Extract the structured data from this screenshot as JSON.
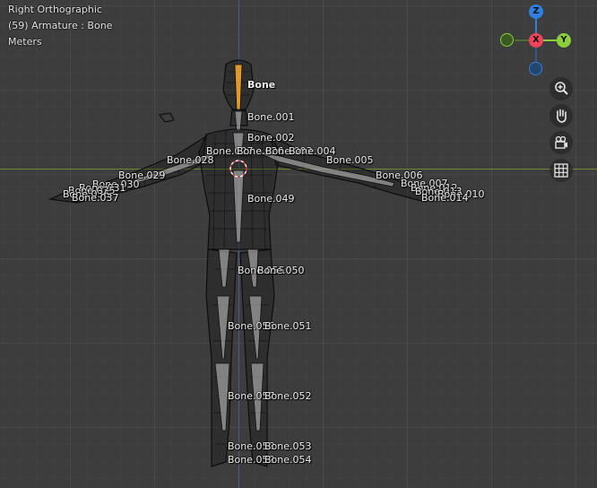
{
  "viewport": {
    "view_name": "Right Orthographic",
    "object_info": "(59) Armature : Bone",
    "units": "Meters"
  },
  "gizmo": {
    "z_label": "Z",
    "x_label": "X",
    "y_label": "Y",
    "colors": {
      "x": "#f0435a",
      "y": "#8bd03b",
      "z": "#2f7fe0",
      "neg_y": "#4c6e2a",
      "neg_z": "#2b5a98"
    }
  },
  "tools": {
    "zoom_icon": "zoom-in-icon",
    "pan_icon": "hand-icon",
    "camera_icon": "camera-icon",
    "grid_icon": "grid-icon"
  },
  "bones": [
    "Bone",
    "Bone.001",
    "Bone.002",
    "Bone.027",
    "Bone.026",
    "Bone.003",
    "Bone.004",
    "Bone.005",
    "Bone.028",
    "Bone.029",
    "Bone.030",
    "Bone.031",
    "Bone.035",
    "Bone.036",
    "Bone.037",
    "Bone.006",
    "Bone.007",
    "Bone.012",
    "Bone.013",
    "Bone.010",
    "Bone.014",
    "Bone.049",
    "Bone.055",
    "Bone.050",
    "Bone.056",
    "Bone.051",
    "Bone.057",
    "Bone.052",
    "Bone.058",
    "Bone.053",
    "Bone.059",
    "Bone.054"
  ]
}
